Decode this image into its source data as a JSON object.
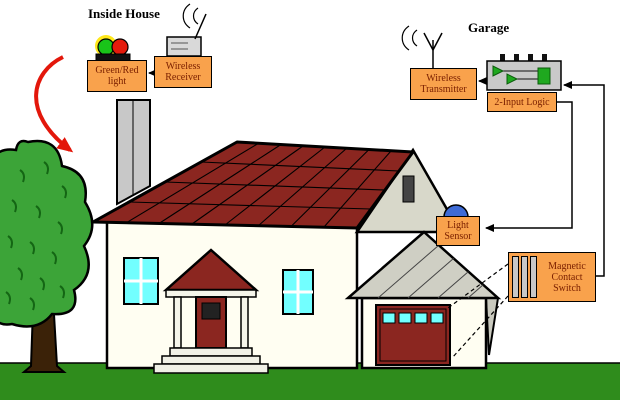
{
  "titles": {
    "inside_house": "Inside House",
    "garage": "Garage"
  },
  "components": {
    "green_red_light": {
      "label": "Green/Red light"
    },
    "wireless_receiver": {
      "label": "Wireless Receiver"
    },
    "wireless_transmitter": {
      "label": "Wireless Transmitter"
    },
    "two_input_logic": {
      "label": "2-Input Logic"
    },
    "light_sensor": {
      "label": "Light Sensor"
    },
    "magnetic_contact_switch": {
      "label": "Magnetic Contact Switch"
    }
  },
  "icons": {
    "led_indicator": "green-red-led-icon",
    "receiver_antenna": "radio-receiver-antenna-icon",
    "transmitter_antenna": "radio-transmitter-antenna-icon",
    "logic_chip": "circuit-chip-icon",
    "sensor_dome": "light-sensor-dome-icon",
    "switch_bars": "magnetic-switch-bars-icon"
  },
  "colors": {
    "component_fill": "#F9A24C",
    "component_border": "#000000",
    "label_text": "#7B2000",
    "title_text": "#000000",
    "roof": "#8B2620",
    "grass": "#2F8C1C",
    "tree": "#3CA438",
    "wall": "#FFFEF2",
    "window": "#72FFFF",
    "door": "#8B2620",
    "signal_red": "#E3170B",
    "chip_green": "#1FA81F",
    "sensor_dome": "#3E6BD6",
    "led_green": "#19C419",
    "led_red": "#E41B0C",
    "glow_yellow": "#FFE81A"
  }
}
